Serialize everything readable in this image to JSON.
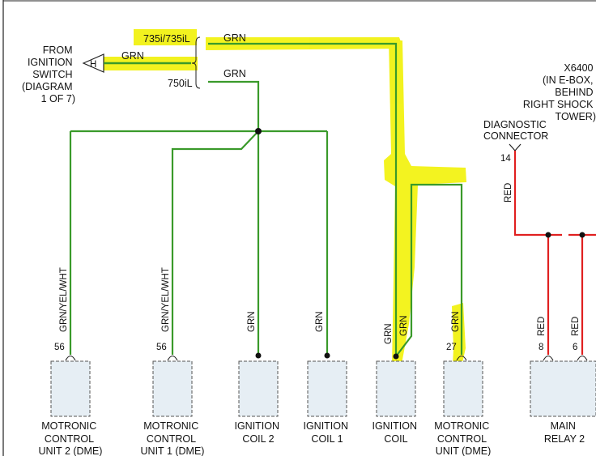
{
  "source": {
    "lines": [
      "FROM",
      "IGNITION",
      "SWITCH",
      "(DIAGRAM",
      "1 OF 7)"
    ],
    "connector_letter": "H",
    "wire_color": "GRN"
  },
  "variants": {
    "top": "735i/735iL",
    "top_wire": "GRN",
    "bottom": "750iL",
    "bottom_wire": "GRN"
  },
  "ground": {
    "id": "X6400",
    "lines": [
      "X6400",
      "(IN E-BOX,",
      "BEHIND",
      "RIGHT SHOCK",
      "TOWER)"
    ]
  },
  "diagnostic": {
    "lines": [
      "DIAGNOSTIC",
      "CONNECTOR"
    ],
    "pin": "14",
    "wire_color": "RED"
  },
  "colors": {
    "wire_green": "#3a9a2a",
    "wire_red": "#e02020",
    "highlight": "#f2f214",
    "box_fill": "#e6eef4",
    "box_border": "#555555"
  },
  "components": [
    {
      "id": "dme2",
      "pin": "56",
      "wire": "GRN/YEL/WHT",
      "lines": [
        "MOTRONIC",
        "CONTROL",
        "UNIT 2 (DME)"
      ]
    },
    {
      "id": "dme1",
      "pin": "56",
      "wire": "GRN/YEL/WHT",
      "lines": [
        "MOTRONIC",
        "CONTROL",
        "UNIT 1 (DME)"
      ]
    },
    {
      "id": "coil2",
      "pin": "",
      "wire": "GRN",
      "lines": [
        "IGNITION",
        "COIL 2"
      ]
    },
    {
      "id": "coil1",
      "pin": "",
      "wire": "GRN",
      "lines": [
        "IGNITION",
        "COIL 1"
      ]
    },
    {
      "id": "coil",
      "pin": "",
      "wires": [
        "GRN",
        "GRN"
      ],
      "lines": [
        "IGNITION",
        "COIL"
      ]
    },
    {
      "id": "dme",
      "pin": "27",
      "wire": "GRN",
      "lines": [
        "MOTRONIC",
        "CONTROL",
        "UNIT (DME)"
      ]
    },
    {
      "id": "relay",
      "pins": [
        "8",
        "6"
      ],
      "wires": [
        "RED",
        "RED"
      ],
      "lines": [
        "MAIN",
        "RELAY 2"
      ]
    }
  ]
}
